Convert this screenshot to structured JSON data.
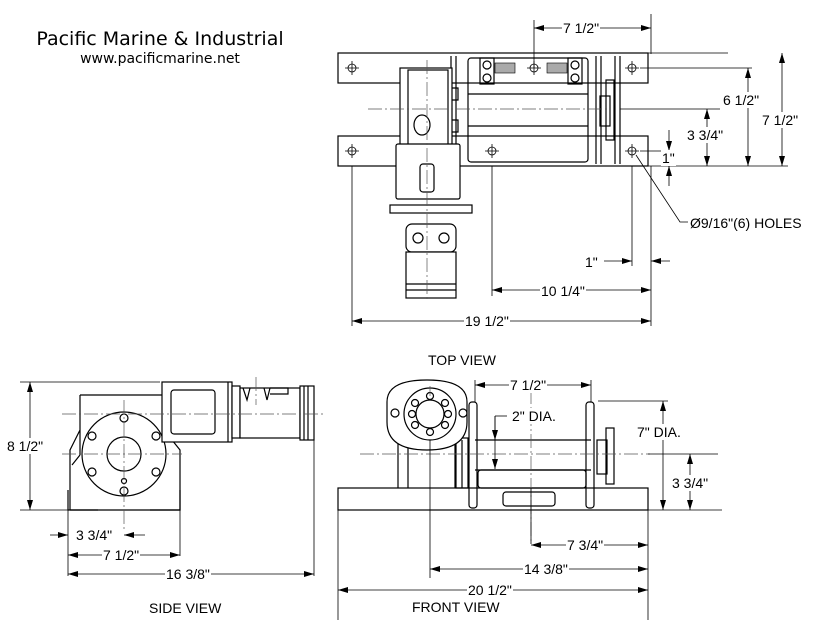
{
  "header": {
    "company": "Pacific Marine & Industrial",
    "website": "www.pacificmarine.net"
  },
  "views": {
    "top": "TOP VIEW",
    "side": "SIDE VIEW",
    "front": "FRONT VIEW"
  },
  "dimensions": {
    "top": {
      "hole_spacing_top": "7 1/2\"",
      "hole_row_spacing": "6 1/2\"",
      "base_width": "7 1/2\"",
      "centerline_height": "3 3/4\"",
      "hole_edge_offset": "1\"",
      "holes_callout": "Ø9/16\"(6) HOLES",
      "hole_end_offset": "1\"",
      "hole_spacing_long": "10 1/4\"",
      "overall_length": "19 1/2\""
    },
    "side": {
      "height": "8 1/2\"",
      "center_offset": "3 3/4\"",
      "base_width": "7 1/2\"",
      "overall_length": "16 3/8\""
    },
    "front": {
      "drum_length": "7 1/2\"",
      "drum_core_dia": "2\"  DIA.",
      "flange_dia": "7\"  DIA.",
      "centerline_height": "3 3/4\"",
      "center_to_end": "7 3/4\"",
      "motor_to_end": "14 3/8\"",
      "overall_length": "20 1/2\""
    }
  }
}
